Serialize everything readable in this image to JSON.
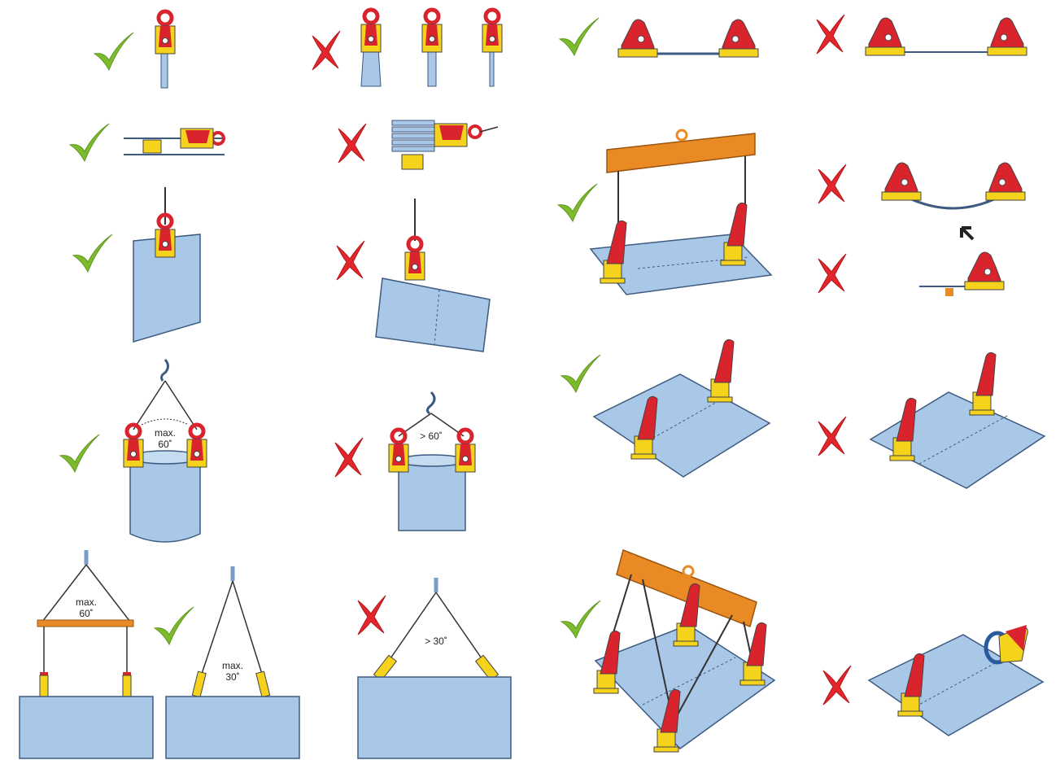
{
  "colors": {
    "check": "#7dbb2e",
    "cross": "#e3262b",
    "clamp_red": "#d9232d",
    "clamp_yellow": "#f5d21c",
    "plate": "#a9c8e8",
    "plate_edge": "#3d5a80",
    "beam": "#e98a25",
    "sling": "#333333"
  },
  "icons": {
    "ok": "check-mark-icon",
    "bad": "cross-mark-icon"
  },
  "labels": {
    "drum_ok": [
      "max.",
      "60˚"
    ],
    "drum_bad": "> 60˚",
    "spreader_ok": [
      "max.",
      "60˚"
    ],
    "sling_ok": [
      "max.",
      "30˚"
    ],
    "sling_bad": "> 30˚"
  }
}
